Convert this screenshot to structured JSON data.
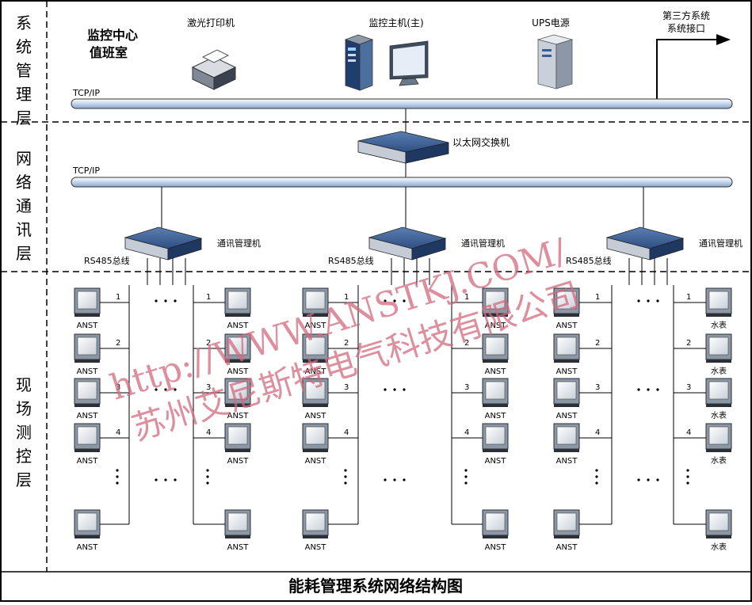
{
  "layers": {
    "system": "系统管理层",
    "network": "网络通讯层",
    "field": "现场测控层"
  },
  "top": {
    "duty_room": [
      "监控中心",
      "值班室"
    ],
    "printer": "激光打印机",
    "host": "监控主机(主)",
    "ups": "UPS电源",
    "third_party": [
      "第三方系统",
      "系统接口"
    ],
    "tcpip_top": "TCP/IP"
  },
  "network": {
    "switch": "以太网交换机",
    "tcpip": "TCP/IP",
    "comm_manager": "通讯管理机",
    "rs485": "RS485总线"
  },
  "field": {
    "meter": "ANST",
    "water_meter": "水表",
    "numbers": [
      "1",
      "2",
      "3",
      "4"
    ],
    "ellipsis": "…"
  },
  "title": "能耗管理系统网络结构图",
  "watermark": {
    "url": "http://WWW.ANSTKJ.COM/",
    "company": "苏州艾尼斯特电气科技有限公司"
  }
}
